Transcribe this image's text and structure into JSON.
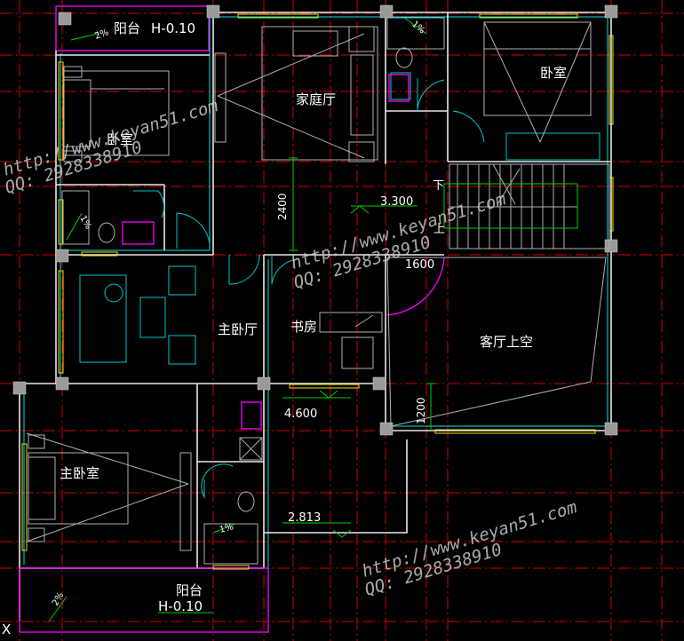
{
  "rooms": {
    "balcony_top": "阳台",
    "balcony_top_elev": "H-0.10",
    "bedroom_left": "卧室",
    "family_hall": "家庭厅",
    "bedroom_right": "卧室",
    "master_lounge": "主卧厅",
    "study": "书房",
    "living_void": "客厅上空",
    "master_bedroom": "主卧室",
    "balcony_bottom": "阳台",
    "balcony_bottom_elev": "H-0.10"
  },
  "dimensions": {
    "corridor_width": "2400",
    "level_main": "3.300",
    "stair_gap": "1600",
    "lower_gap": "1200",
    "level_upper": "4.600",
    "level_lower": "2.813"
  },
  "slopes": {
    "balcony_top": "2%",
    "bath_top": "1%",
    "bath_left": "1%",
    "bath_bottom": "1%",
    "balcony_bottom": "2%"
  },
  "stairs": {
    "down": "下",
    "up": "上"
  },
  "watermark": {
    "url": "http://www.keyan51.com",
    "qq": "QQ: 2928338910"
  },
  "corner_mark": "X",
  "colors": {
    "background": "#000000",
    "walls": "#e8e8e8",
    "wall_inner": "#00e5e5",
    "grid": "#d00000",
    "furniture": "#00c8c8",
    "windows": "#f0e000",
    "balcony_outline": "#ff00ff",
    "dimension": "#00d000"
  }
}
